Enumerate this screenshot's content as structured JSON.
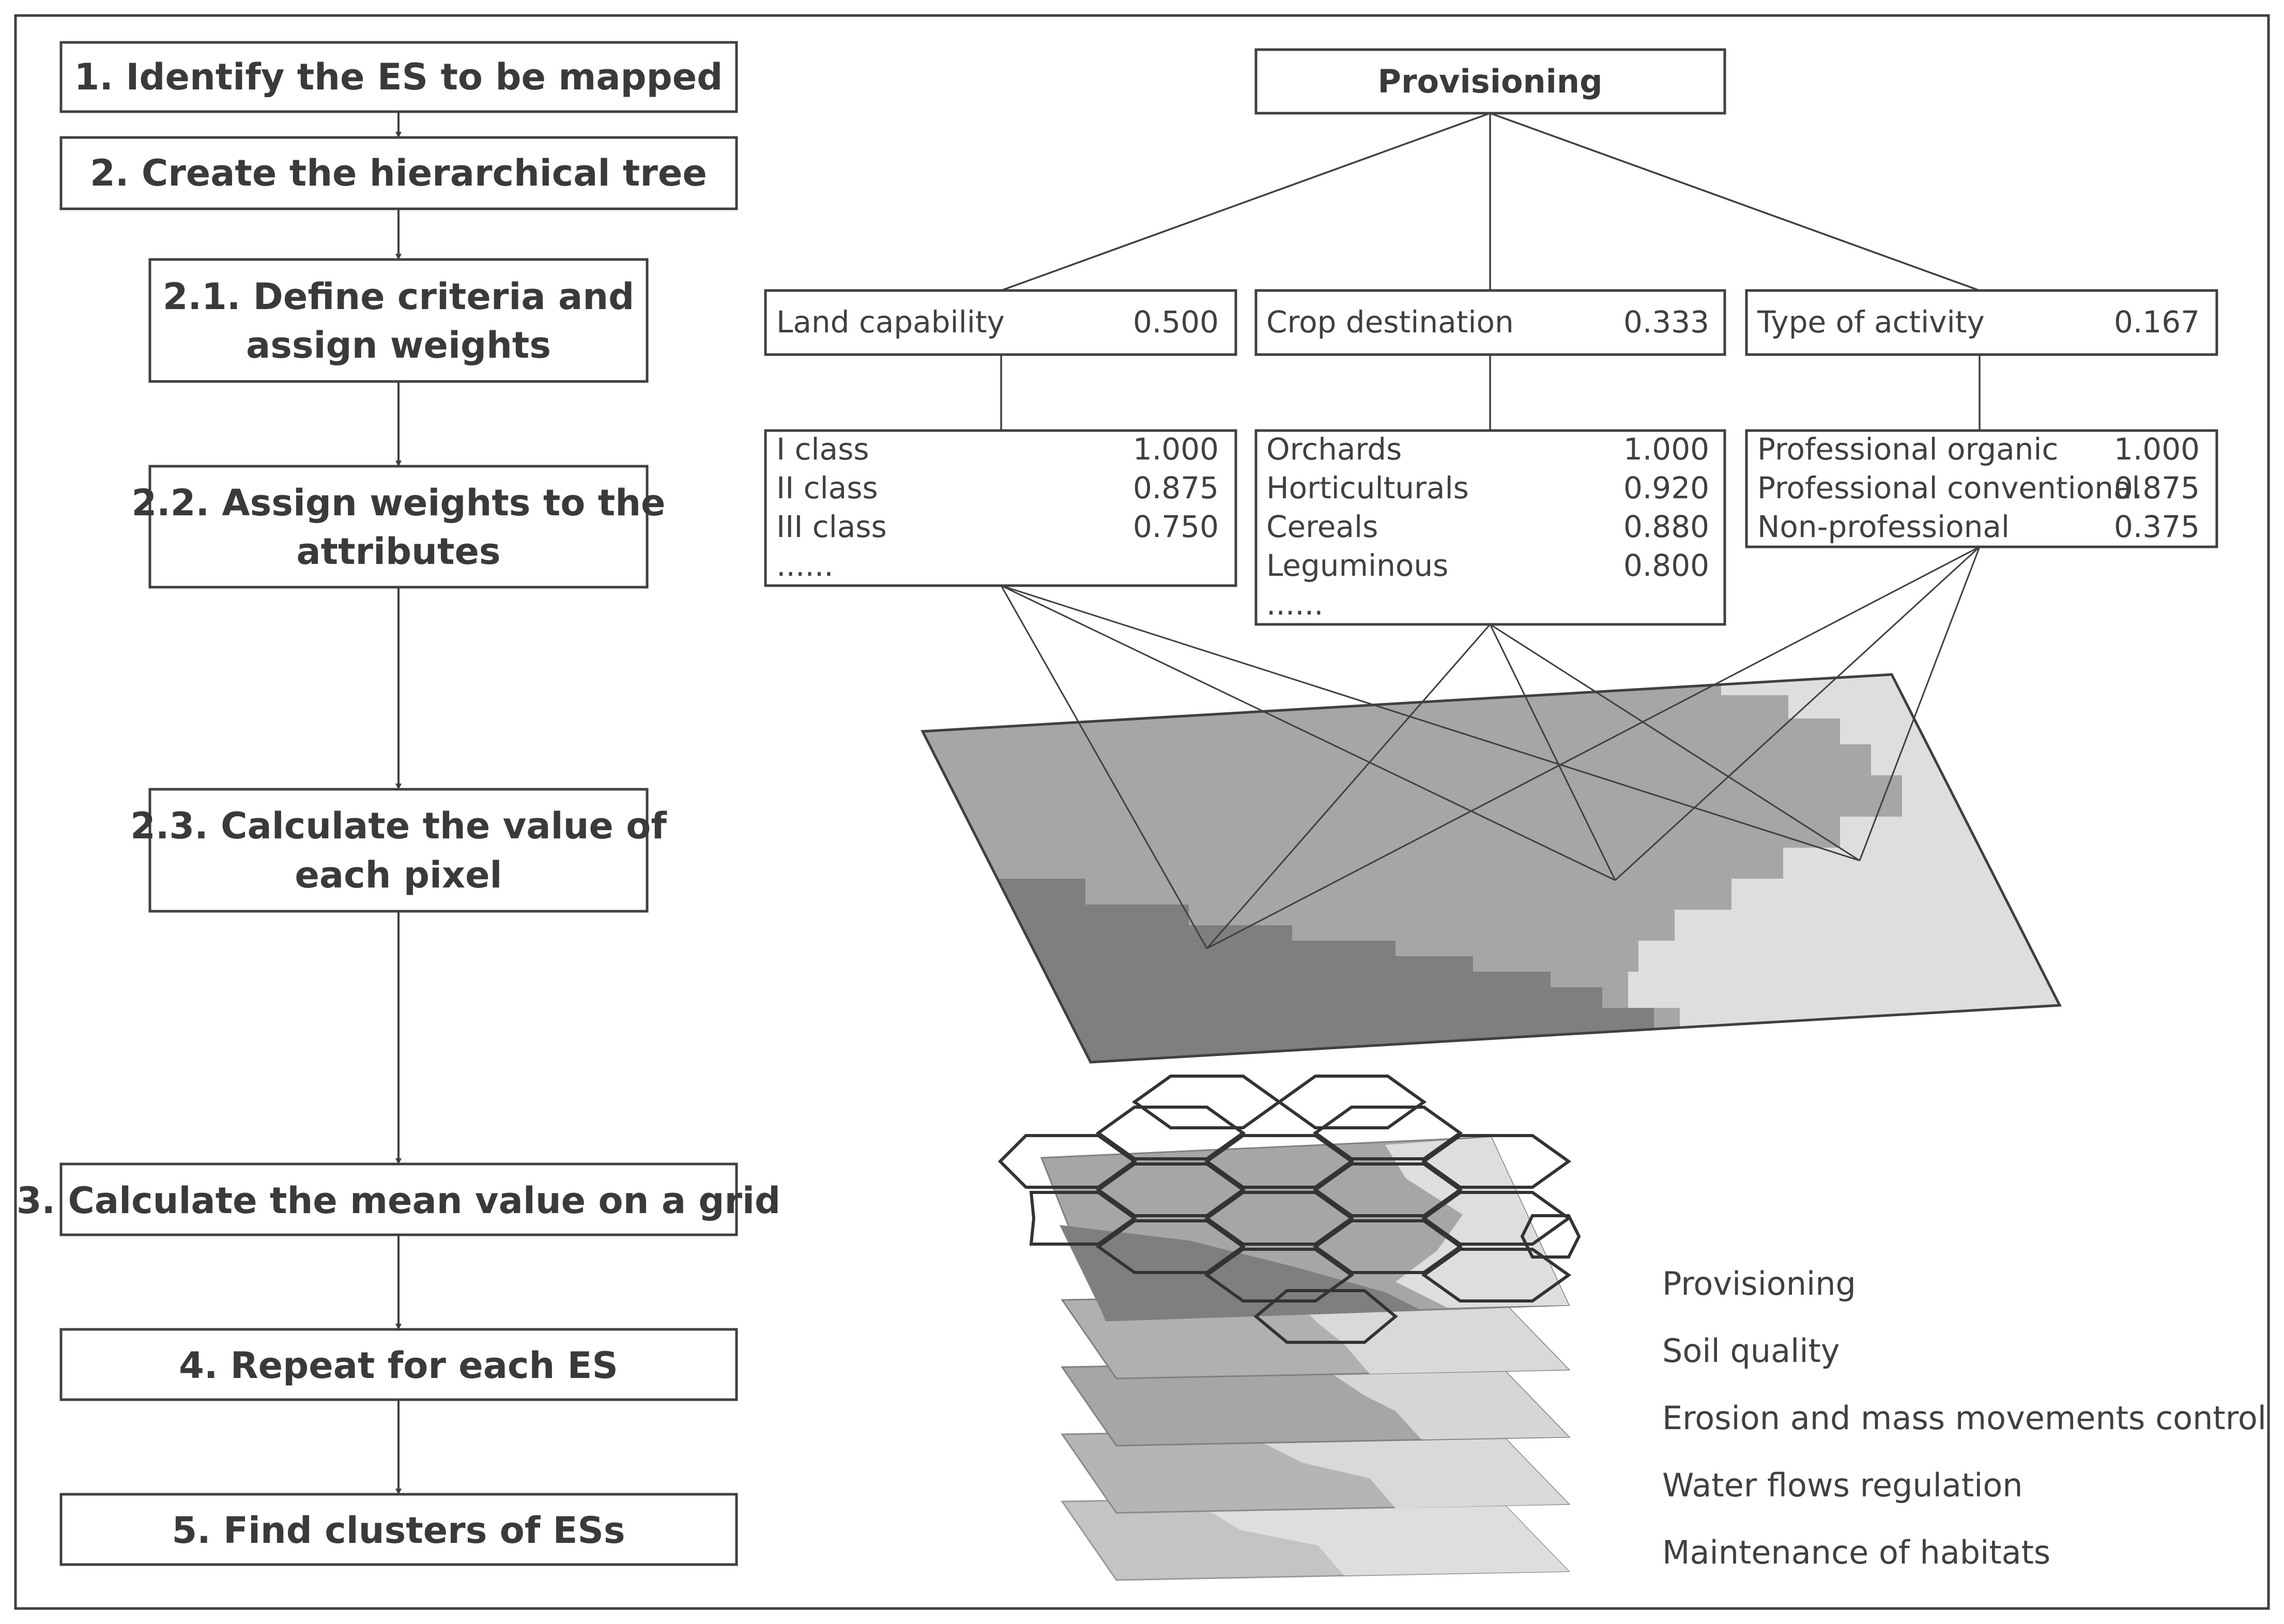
{
  "steps": {
    "s1": "1. Identify the ES to be mapped",
    "s2": "2. Create the hierarchical tree",
    "s21a": "2.1. Define criteria and",
    "s21b": "assign weights",
    "s22a": "2.2. Assign weights to the",
    "s22b": "attributes",
    "s23a": "2.3. Calculate the value of",
    "s23b": "each pixel",
    "s3": "3. Calculate the mean value on a grid",
    "s4": "4. Repeat for each ES",
    "s5": "5. Find clusters of ESs"
  },
  "tree": {
    "root": "Provisioning",
    "criteria": [
      {
        "label": "Land capability",
        "weight": "0.500",
        "attributes": [
          {
            "label": "I class",
            "value": "1.000"
          },
          {
            "label": "II class",
            "value": "0.875"
          },
          {
            "label": "III class",
            "value": "0.750"
          },
          {
            "label": "......",
            "value": ""
          }
        ]
      },
      {
        "label": "Crop destination",
        "weight": "0.333",
        "attributes": [
          {
            "label": "Orchards",
            "value": "1.000"
          },
          {
            "label": "Horticulturals",
            "value": "0.920"
          },
          {
            "label": "Cereals",
            "value": "0.880"
          },
          {
            "label": "Leguminous",
            "value": "0.800"
          },
          {
            "label": "......",
            "value": ""
          }
        ]
      },
      {
        "label": "Type of activity",
        "weight": "0.167",
        "attributes": [
          {
            "label": "Professional organic",
            "value": "1.000"
          },
          {
            "label": "Professional conventional",
            "value": "0.875"
          },
          {
            "label": "Non-professional",
            "value": "0.375"
          }
        ]
      }
    ]
  },
  "layers": [
    "Provisioning",
    "Soil quality",
    "Erosion and mass movements control",
    "Water flows regulation",
    "Maintenance of habitats"
  ],
  "colors": {
    "dark": "#7f7f7f",
    "mid": "#a6a6a6",
    "light": "#dedede",
    "line": "#404040"
  }
}
